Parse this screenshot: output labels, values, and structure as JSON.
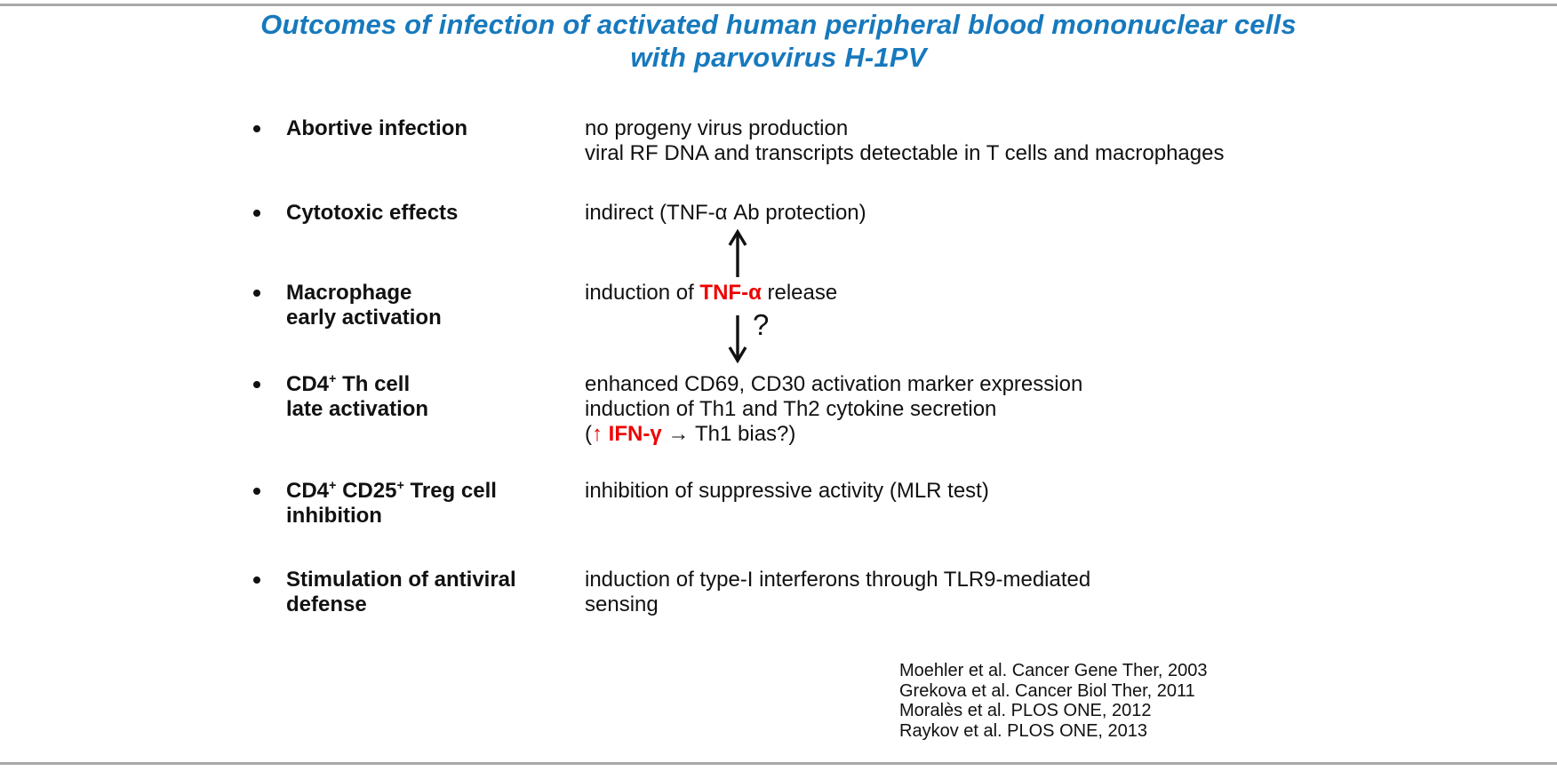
{
  "slide": {
    "background": "#ffffff",
    "border_color": "#a9a9a9",
    "title_color": "#1779bd",
    "highlight_red": "#ee0000",
    "text_color": "#111111"
  },
  "title": {
    "line1": "Outcomes of infection of activated human peripheral blood mononuclear cells",
    "line2": "with parvovirus H-1PV"
  },
  "rows": [
    {
      "label": [
        [
          {
            "t": "Abortive infection"
          }
        ]
      ],
      "desc": [
        [
          {
            "t": "no progeny virus production"
          }
        ],
        [
          {
            "t": "viral RF DNA and transcripts detectable in T cells and macrophages"
          }
        ]
      ]
    },
    {
      "label": [
        [
          {
            "t": "Cytotoxic effects"
          }
        ]
      ],
      "desc": [
        [
          {
            "t": "indirect (TNF-α Ab protection)"
          }
        ]
      ]
    },
    {
      "label": [
        [
          {
            "t": "Macrophage"
          }
        ],
        [
          {
            "t": "early activation"
          }
        ]
      ],
      "desc": [
        [
          {
            "t": "induction of "
          },
          {
            "t": "TNF-α",
            "s": "red"
          },
          {
            "t": " release"
          }
        ]
      ]
    },
    {
      "label": [
        [
          {
            "t": "CD4"
          },
          {
            "t": "+",
            "s": "sup"
          },
          {
            "t": " Th cell"
          }
        ],
        [
          {
            "t": "late activation"
          }
        ]
      ],
      "desc": [
        [
          {
            "t": "enhanced CD69, CD30 activation marker expression"
          }
        ],
        [
          {
            "t": "induction of Th1 and Th2 cytokine secretion"
          }
        ],
        [
          {
            "t": "("
          },
          {
            "t": "↑ IFN-γ",
            "s": "red"
          },
          {
            "t": " → Th1 bias?)"
          }
        ]
      ]
    },
    {
      "label": [
        [
          {
            "t": "CD4"
          },
          {
            "t": "+",
            "s": "sup"
          },
          {
            "t": " CD25"
          },
          {
            "t": "+",
            "s": "sup"
          },
          {
            "t": " Treg cell"
          }
        ],
        [
          {
            "t": "inhibition"
          }
        ]
      ],
      "desc": [
        [
          {
            "t": "inhibition of suppressive activity (MLR test)"
          }
        ]
      ]
    },
    {
      "label": [
        [
          {
            "t": "Stimulation of antiviral"
          }
        ],
        [
          {
            "t": "defense"
          }
        ]
      ],
      "desc": [
        [
          {
            "t": "induction of type-I interferons through TLR9-mediated"
          }
        ],
        [
          {
            "t": "sensing"
          }
        ]
      ]
    }
  ],
  "flow": {
    "up_arrow_glyph": "↑",
    "down_arrow_glyph": "↓",
    "question_mark": "?"
  },
  "references": [
    "Moehler et al. Cancer Gene Ther, 2003",
    "Grekova et al. Cancer Biol Ther, 2011",
    "Moralès et al. PLOS ONE, 2012",
    "Raykov et al. PLOS ONE, 2013"
  ]
}
